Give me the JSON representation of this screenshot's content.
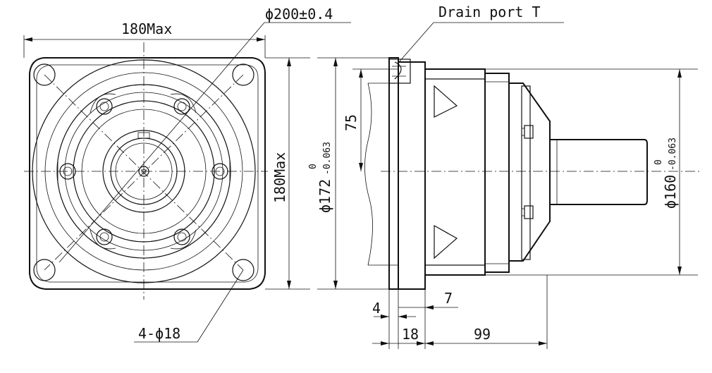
{
  "labels": {
    "width_180": "180Max",
    "dia_200": "ϕ200±0.4",
    "drain_port": "Drain port T",
    "height_180": "180Max",
    "holes": "4-ϕ18",
    "dim_75": "75",
    "dia_172_base": "ϕ172",
    "dia_172_upper": "0",
    "dia_172_lower": "-0.063",
    "dia_160_base": "ϕ160",
    "dia_160_upper": "0",
    "dia_160_lower": "-0.063",
    "dim_4": "4",
    "dim_7": "7",
    "dim_18": "18",
    "dim_99": "99"
  }
}
